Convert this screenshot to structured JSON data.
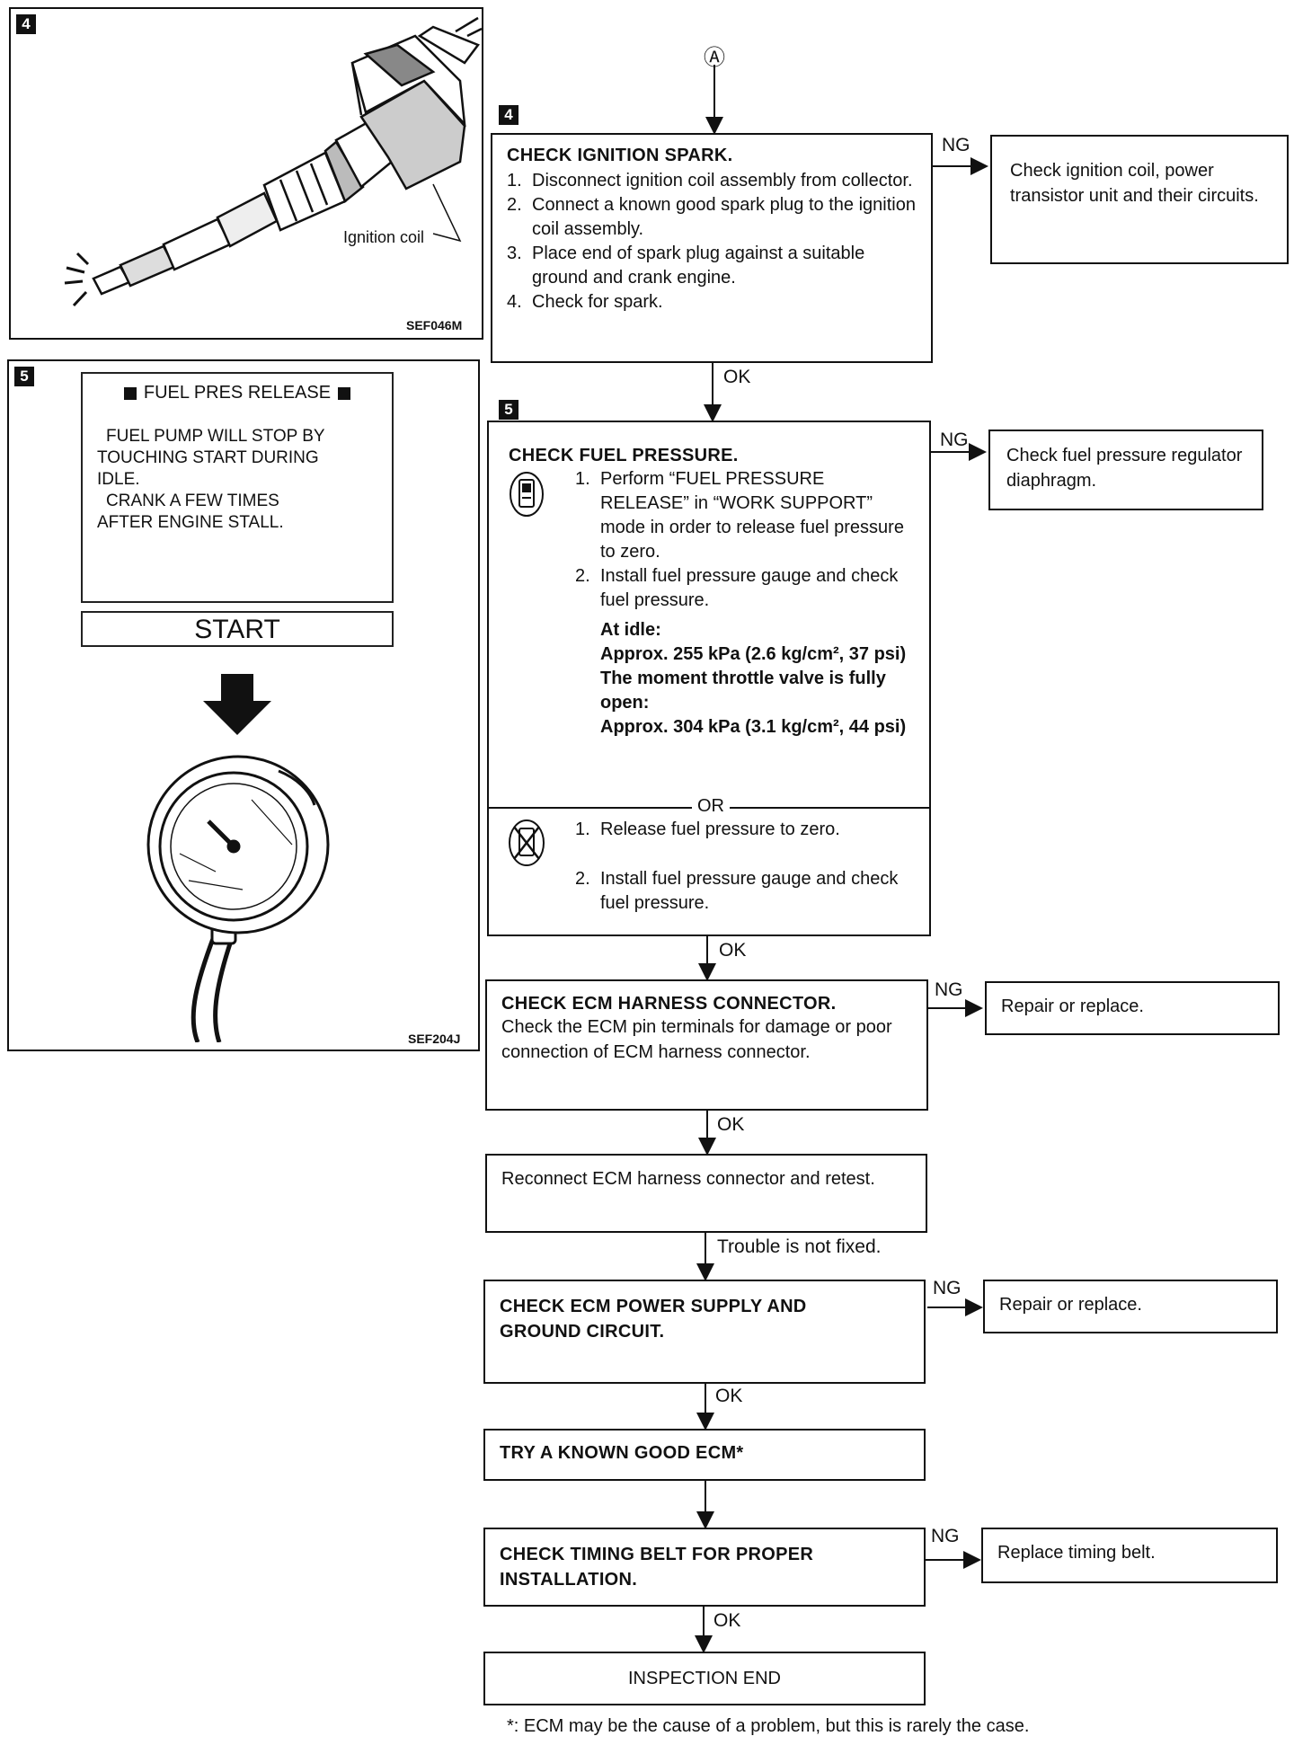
{
  "start_marker": "Ⓐ",
  "figures": {
    "fig4": {
      "badge": "4",
      "callout": "Ignition coil",
      "code": "SEF046M"
    },
    "fig5": {
      "badge": "5",
      "screen_title": "FUEL PRES RELEASE",
      "screen_lines": [
        "FUEL PUMP WILL STOP BY",
        "TOUCHING START DURING",
        "IDLE.",
        "CRANK A FEW TIMES",
        "AFTER ENGINE STALL."
      ],
      "start_button": "START",
      "code": "SEF204J"
    }
  },
  "steps": {
    "step4": {
      "badge": "4",
      "title": "CHECK IGNITION SPARK.",
      "items": [
        {
          "n": "1.",
          "text": "Disconnect ignition coil assembly from collector."
        },
        {
          "n": "2.",
          "text": "Connect a known good spark plug to the ignition coil assembly."
        },
        {
          "n": "3.",
          "text": "Place end of spark plug against a suitable ground and crank engine."
        },
        {
          "n": "4.",
          "text": "Check for spark."
        }
      ],
      "ng_label": "NG",
      "ng_action": "Check ignition coil, power transistor unit and their circuits.",
      "ok_label": "OK"
    },
    "step5": {
      "badge": "5",
      "title": "CHECK FUEL PRESSURE.",
      "a_items": [
        {
          "n": "1.",
          "text": "Perform “FUEL PRESSURE RELEASE” in “WORK SUPPORT” mode in order to release fuel pressure to zero."
        },
        {
          "n": "2.",
          "text": "Install fuel pressure gauge and check fuel pressure."
        }
      ],
      "spec_idle_label": "At idle:",
      "spec_idle_value": "Approx. 255 kPa (2.6 kg/cm², 37 psi)",
      "spec_open_label": "The moment throttle valve is fully open:",
      "spec_open_value": "Approx. 304 kPa (3.1 kg/cm², 44 psi)",
      "or_label": "OR",
      "b_items": [
        {
          "n": "1.",
          "text": "Release fuel pressure to zero."
        },
        {
          "n": "2.",
          "text": "Install fuel pressure gauge and check fuel pressure."
        }
      ],
      "ng_label": "NG",
      "ng_action": "Check fuel pressure regulator diaphragm.",
      "ok_label": "OK"
    },
    "ecm_harness": {
      "title": "CHECK ECM HARNESS CONNECTOR.",
      "body": "Check the ECM pin terminals for damage or poor connection of ECM harness connector.",
      "ng_label": "NG",
      "ng_action": "Repair or replace.",
      "ok_label": "OK"
    },
    "reconnect": {
      "body": "Reconnect ECM harness connector and retest.",
      "next_label": "Trouble is not fixed."
    },
    "ecm_power": {
      "title": "CHECK ECM POWER SUPPLY AND GROUND CIRCUIT.",
      "ng_label": "NG",
      "ng_action": "Repair or replace.",
      "ok_label": "OK"
    },
    "try_ecm": {
      "title": "TRY A KNOWN GOOD ECM*"
    },
    "timing_belt": {
      "title": "CHECK TIMING BELT FOR PROPER INSTALLATION.",
      "ng_label": "NG",
      "ng_action": "Replace timing belt.",
      "ok_label": "OK"
    },
    "end": {
      "label": "INSPECTION END"
    }
  },
  "footnote": "*: ECM may be the cause of a problem, but this is rarely the case."
}
